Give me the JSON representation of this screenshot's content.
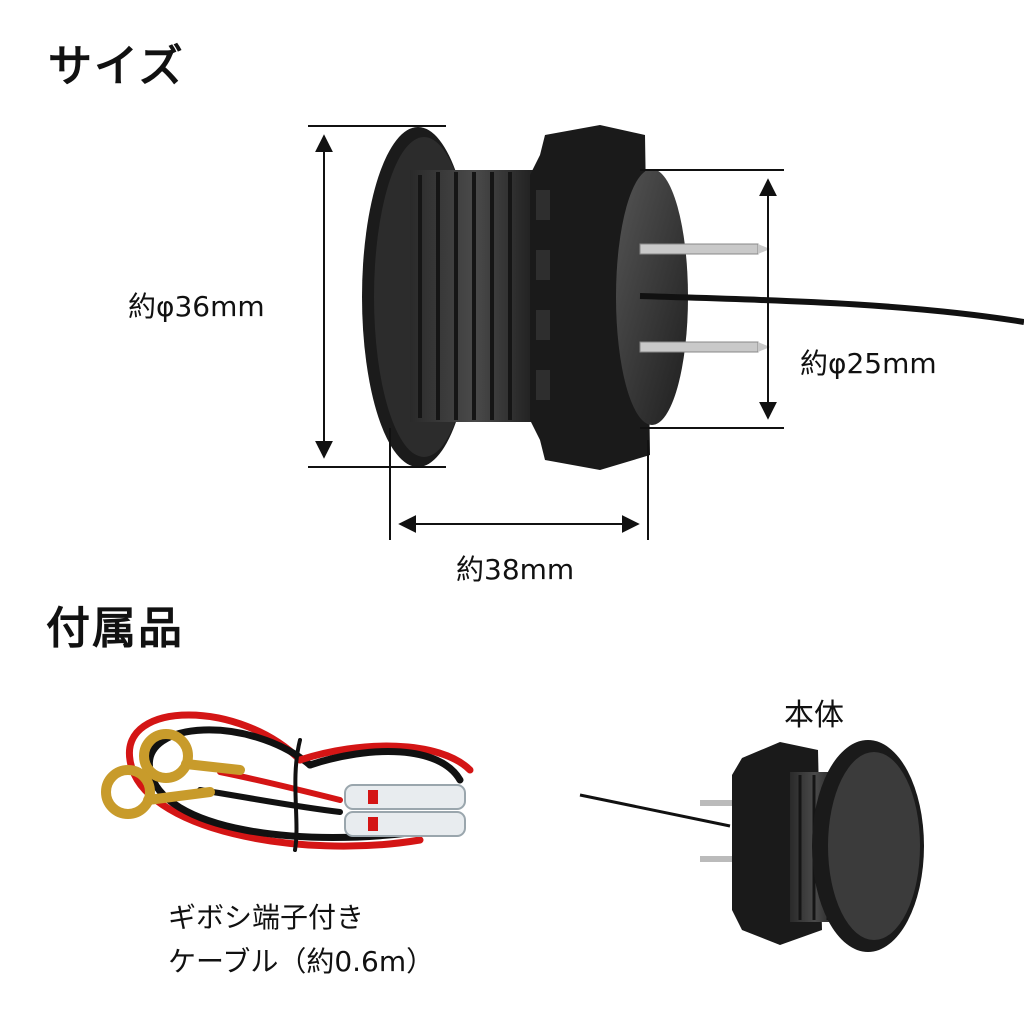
{
  "headings": {
    "size": "サイズ",
    "accessories": "付属品"
  },
  "dimensions": {
    "outer_diameter": "約φ36mm",
    "inner_diameter": "約φ25mm",
    "length": "約38mm"
  },
  "accessories": {
    "body_label": "本体",
    "cable_line1": "ギボシ端子付き",
    "cable_line2": "ケーブル（約0.6m）"
  }
}
